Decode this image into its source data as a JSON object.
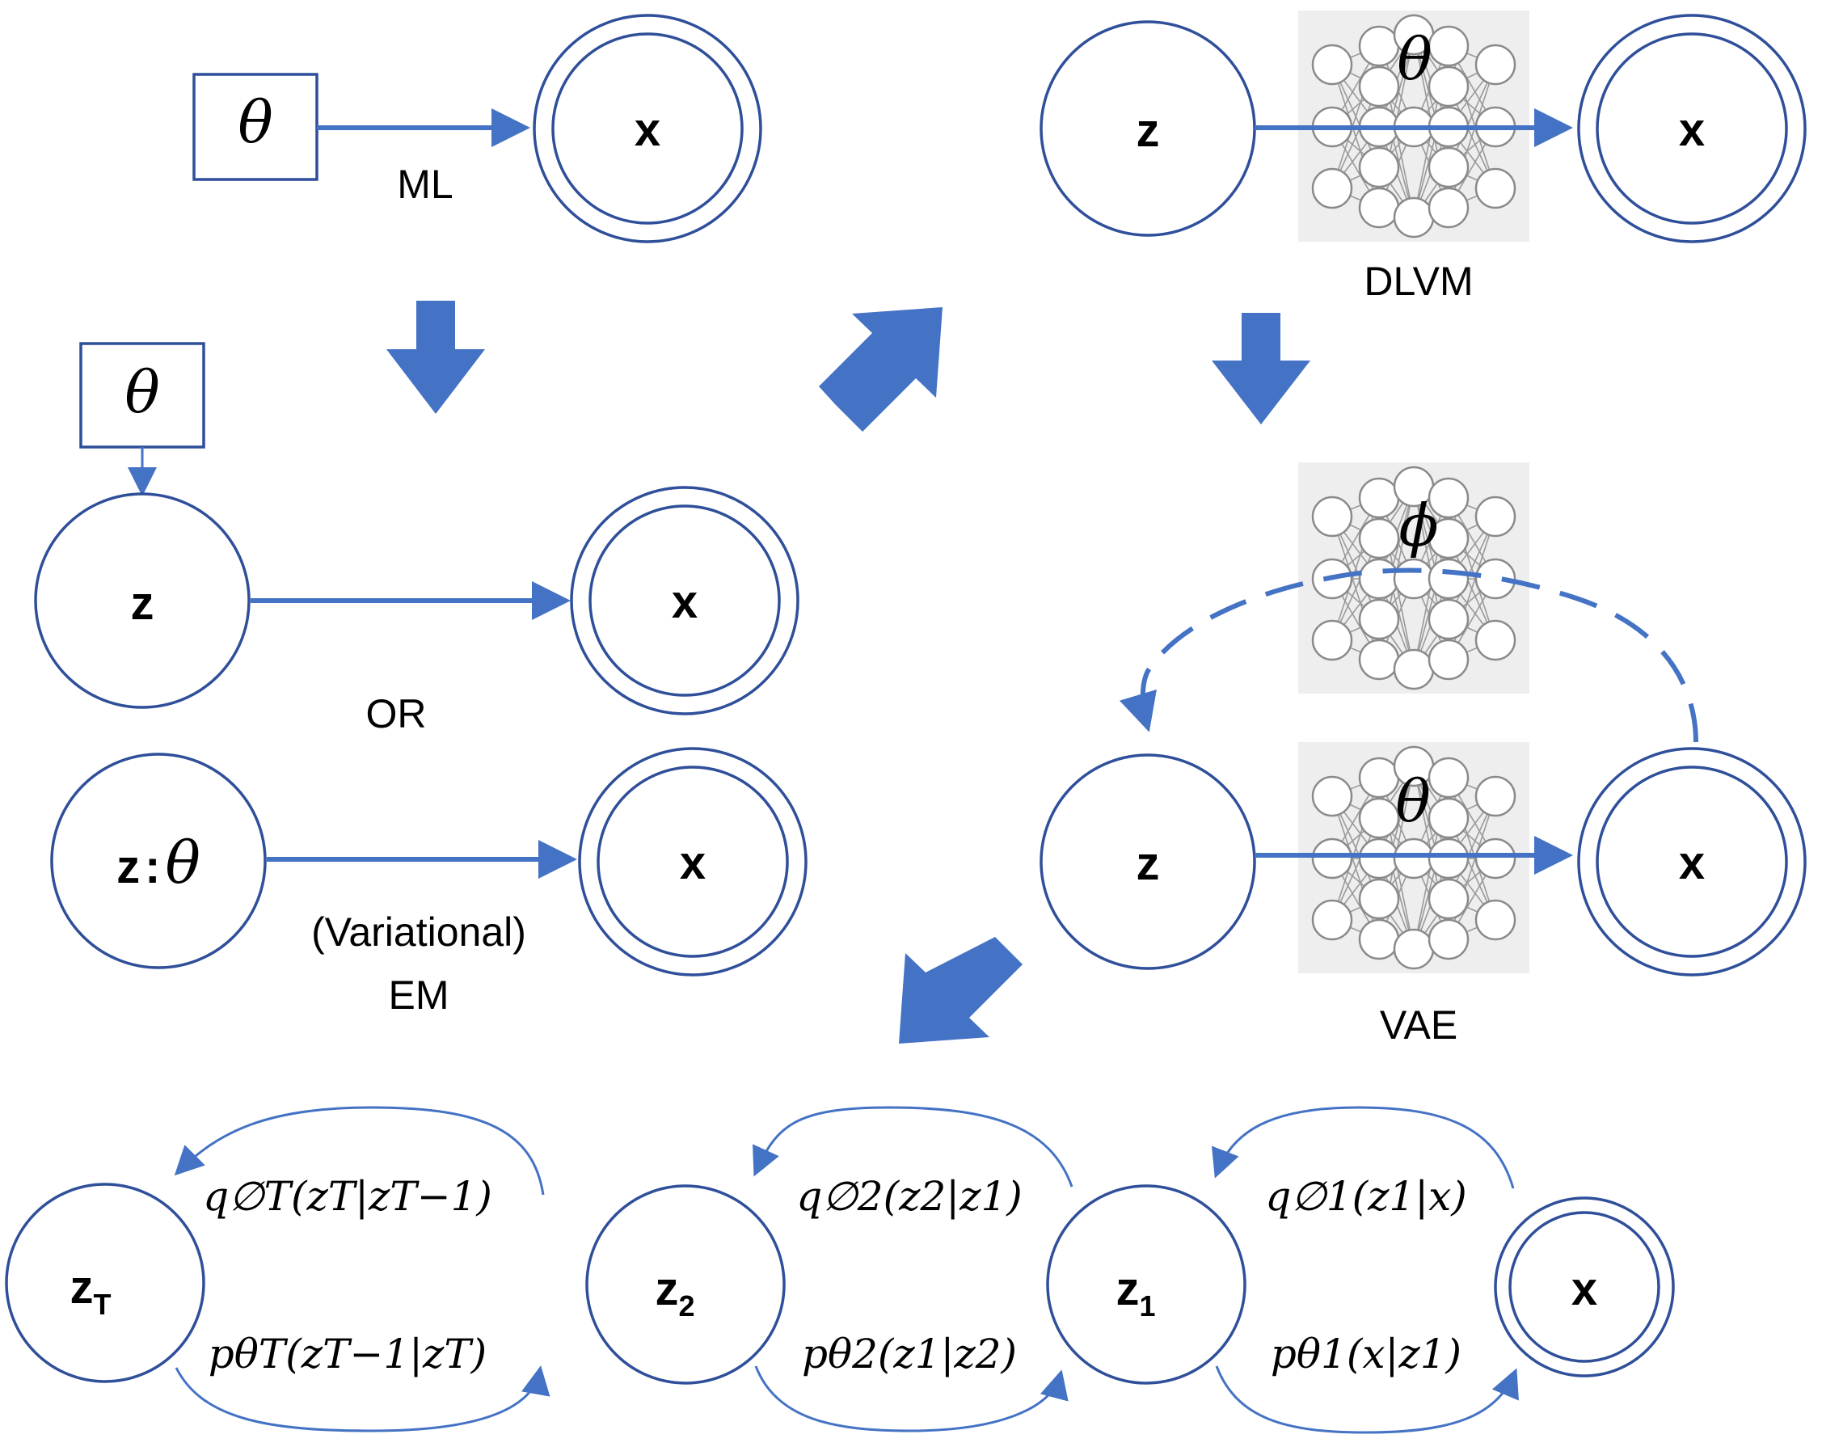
{
  "colors": {
    "edge": "#4472c4",
    "node_stroke": "#2f4f9a",
    "nn_background": "#eeeeee",
    "nn_stroke": "#8a8a8a"
  },
  "icons": {
    "neural_network": "neural-network-icon",
    "flow_arrow": "block-arrow"
  },
  "panels": {
    "ml": {
      "param": "θ",
      "observed": "x",
      "caption": "ML"
    },
    "em": {
      "param": "θ",
      "latent": "z",
      "observed_top": "x",
      "or_label": "OR",
      "latent_param_z": "z",
      "latent_param_sep": ":",
      "latent_param_theta": "θ",
      "observed_bottom": "x",
      "caption_line1": "(Variational)",
      "caption_line2": "EM"
    },
    "dlvm": {
      "latent": "z",
      "observed": "x",
      "net_param": "θ",
      "caption": "DLVM"
    },
    "vae": {
      "encoder_param": "ϕ",
      "decoder_param": "θ",
      "latent": "z",
      "observed": "x",
      "caption": "VAE"
    },
    "hierarchical": {
      "nodes": [
        {
          "label": "z",
          "sub": "T"
        },
        {
          "label": "z",
          "sub": "2"
        },
        {
          "label": "z",
          "sub": "1"
        },
        {
          "label": "x",
          "sub": ""
        }
      ],
      "formulas": {
        "q_T": "q∅T(zT|zT−1)",
        "p_T": "pθT(zT−1|zT)",
        "q_2": "q∅2(z2|z1)",
        "p_2": "pθ2(z1|z2)",
        "q_1": "q∅1(z1|x)",
        "p_1": "pθ1(x|z1)"
      }
    }
  }
}
